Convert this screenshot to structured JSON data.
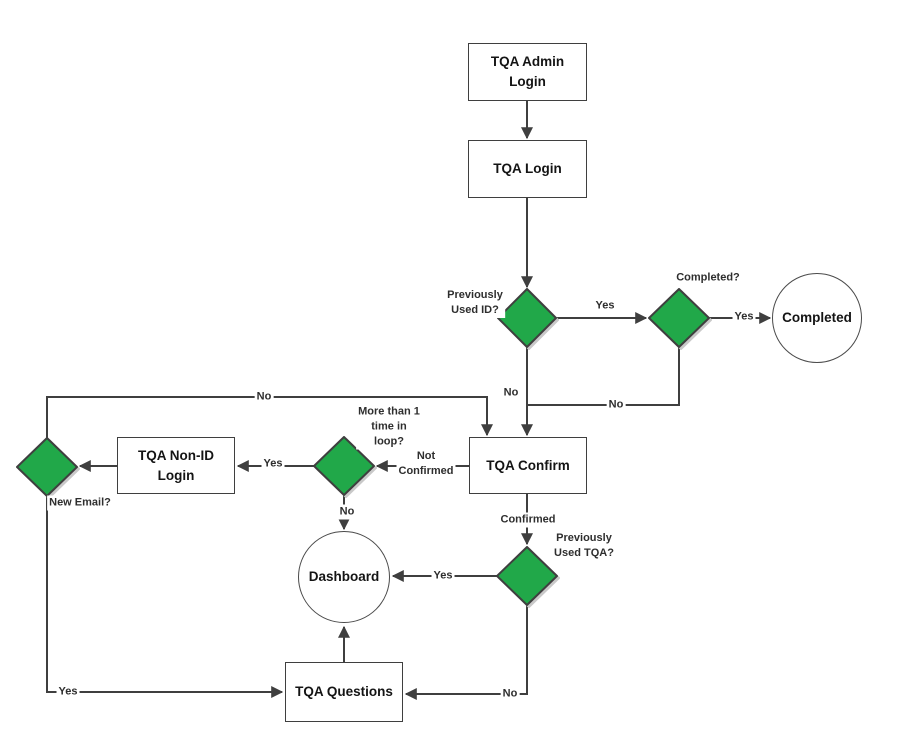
{
  "diagram": {
    "colors": {
      "diamond_fill": "#21a849",
      "connector": "#3f3f3f",
      "shadow": "#c9c9c9",
      "node_fill": "#ffffff",
      "node_border": "#3f3f3f"
    },
    "nodes": {
      "tqa_admin_login": "TQA Admin\nLogin",
      "tqa_login": "TQA Login",
      "tqa_confirm": "TQA Confirm",
      "tqa_non_id_login": "TQA Non-ID\nLogin",
      "tqa_questions": "TQA Questions",
      "dashboard": "Dashboard",
      "completed": "Completed"
    },
    "decision_labels": {
      "previously_used_id": "Previously\nUsed ID?",
      "completed_q": "Completed?",
      "more_than_one_loop": "More than 1\ntime in\nloop?",
      "new_email": "New Email?",
      "previously_used_tqa": "Previously\nUsed TQA?"
    },
    "edge_labels": {
      "id_yes": "Yes",
      "completed_yes": "Yes",
      "id_no": "No",
      "completed_no": "No",
      "not_confirmed": "Not\nConfirmed",
      "loop_yes": "Yes",
      "loop_no": "No",
      "new_email_no": "No",
      "new_email_yes": "Yes",
      "confirmed": "Confirmed",
      "used_tqa_yes": "Yes",
      "used_tqa_no": "No"
    }
  }
}
